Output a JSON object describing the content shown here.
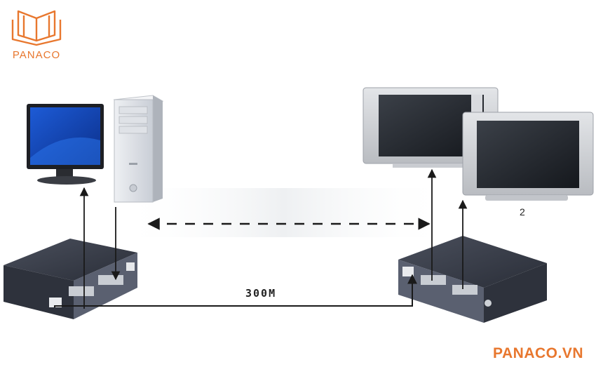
{
  "brand": {
    "logo_text": "PANACO",
    "footer_text": "PANACO.VN",
    "color": "#e8772e"
  },
  "labels": {
    "display_number": "2",
    "distance": "300M"
  },
  "icons": [
    "book-logo-icon",
    "lcd-monitor-icon",
    "pc-tower-icon",
    "flat-panel-tv-icon",
    "kvm-extender-icon",
    "rj45-port-icon",
    "vga-port-icon",
    "arrow-icon"
  ]
}
